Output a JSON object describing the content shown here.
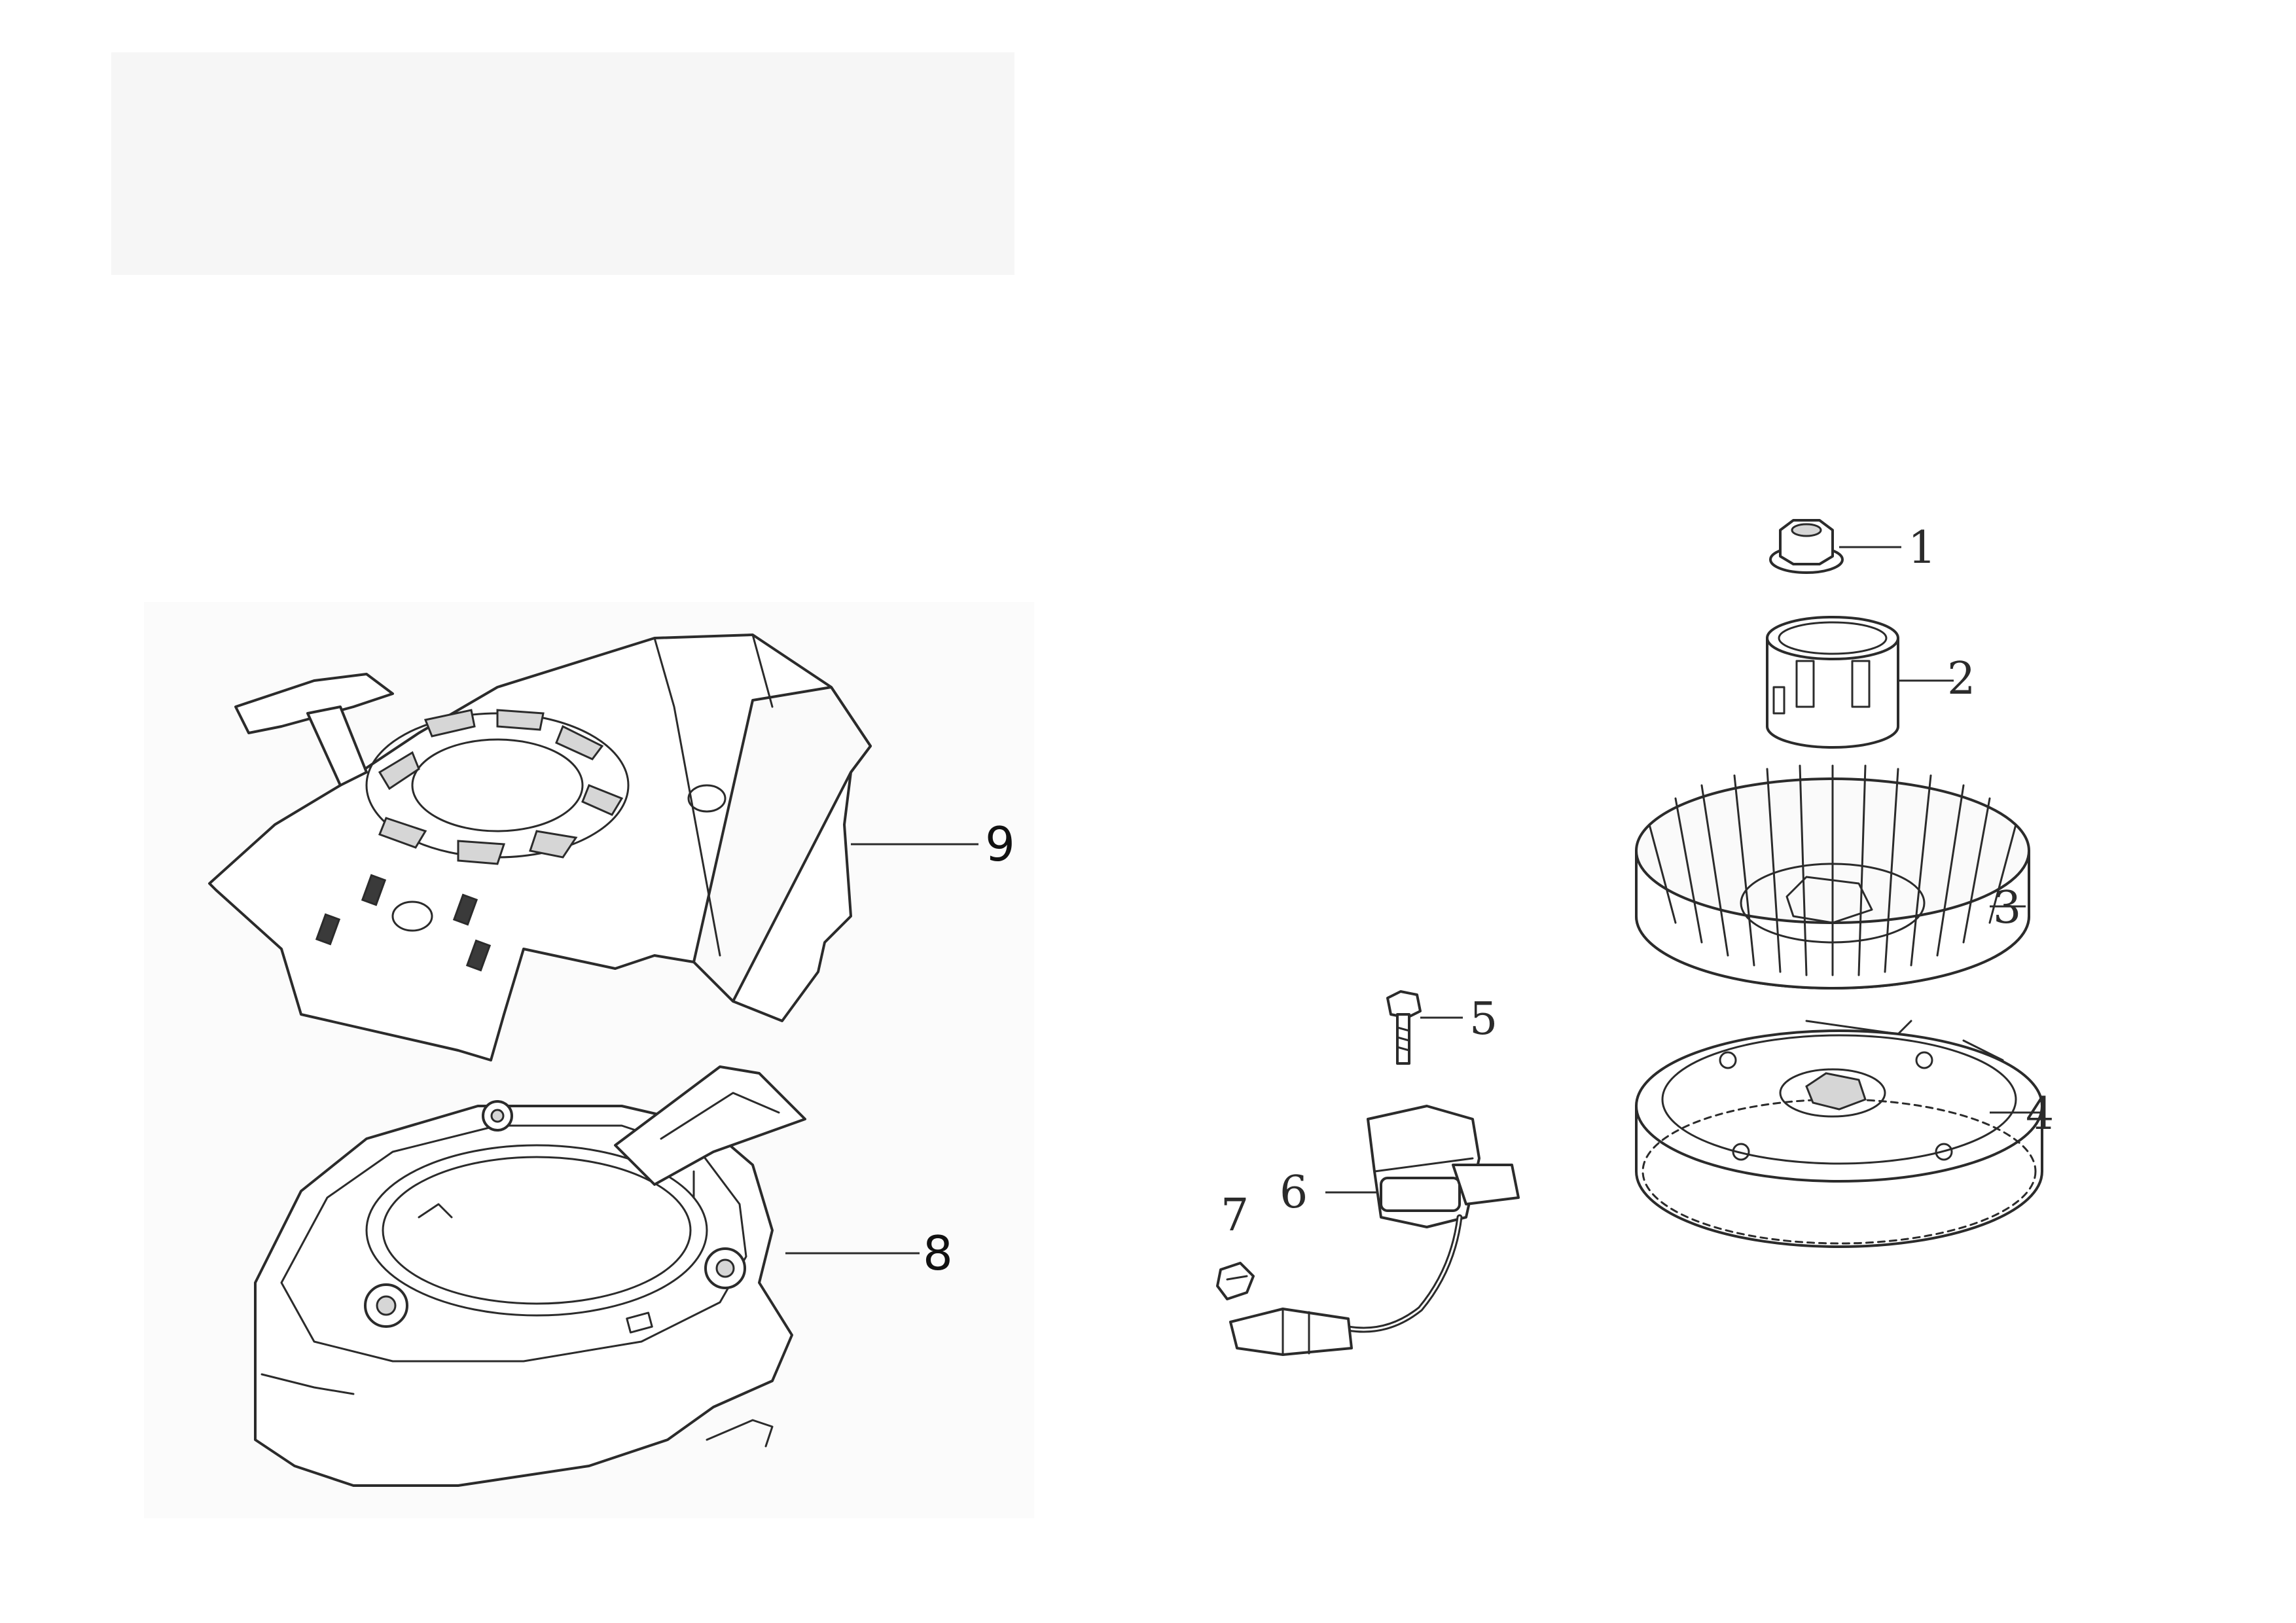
{
  "callouts": [
    {
      "id": "1",
      "label": "1",
      "part": "flange-nut"
    },
    {
      "id": "2",
      "label": "2",
      "part": "starter-cup"
    },
    {
      "id": "3",
      "label": "3",
      "part": "cooling-fan"
    },
    {
      "id": "4",
      "label": "4",
      "part": "flywheel"
    },
    {
      "id": "5",
      "label": "5",
      "part": "bolt"
    },
    {
      "id": "6",
      "label": "6",
      "part": "ignition-coil"
    },
    {
      "id": "7",
      "label": "7",
      "part": "clip"
    },
    {
      "id": "8",
      "label": "8",
      "part": "fan-housing"
    },
    {
      "id": "9",
      "label": "9",
      "part": "recoil-starter-cover"
    }
  ],
  "colors": {
    "line": "#2b2b2b",
    "background": "#ffffff"
  }
}
